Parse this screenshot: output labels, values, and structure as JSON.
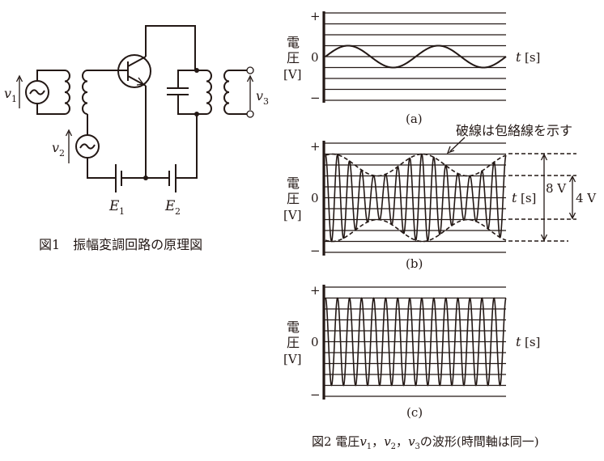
{
  "figure1": {
    "caption": "図1　振幅変調回路の原理図",
    "labels": {
      "v1": "v",
      "v1_sub": "1",
      "v2": "v",
      "v2_sub": "2",
      "v3": "v",
      "v3_sub": "3",
      "E1": "E",
      "E1_sub": "1",
      "E2": "E",
      "E2_sub": "2"
    },
    "components": [
      "ac-source-v1",
      "transformer-input",
      "ac-source-v2",
      "npn-transistor",
      "battery-E1",
      "battery-E2",
      "tank-capacitor",
      "transformer-output",
      "output-terminals-v3"
    ]
  },
  "figure2": {
    "caption_prefix": "図2 電圧",
    "caption_v": "v",
    "sub1": "1",
    "sub2": "2",
    "sub3": "3",
    "sep": "，",
    "caption_suffix": "の波形(時間軸は同一)",
    "panels": [
      {
        "id": "a",
        "tag": "(a)",
        "ylabel_1": "電",
        "ylabel_2": "圧",
        "ylabel_unit": "[V]",
        "plus": "+",
        "zero": "0",
        "minus": "−",
        "xlabel_t": "t",
        "xlabel_unit": "[s]"
      },
      {
        "id": "b",
        "tag": "(b)",
        "ylabel_1": "電",
        "ylabel_2": "圧",
        "ylabel_unit": "[V]",
        "plus": "+",
        "zero": "0",
        "minus": "−",
        "xlabel_t": "t",
        "xlabel_unit": "[s]",
        "annotation": "破線は包絡線を示す",
        "dim_outer": "8 V",
        "dim_inner": "4 V"
      },
      {
        "id": "c",
        "tag": "(c)",
        "ylabel_1": "電",
        "ylabel_2": "圧",
        "ylabel_unit": "[V]",
        "plus": "+",
        "zero": "0",
        "minus": "−",
        "xlabel_t": "t",
        "xlabel_unit": "[s]"
      }
    ]
  },
  "chart_data": [
    {
      "type": "line",
      "title": "(a) v1",
      "xlabel": "t [s]",
      "ylabel": "電圧 [V]",
      "ylim": [
        -5,
        5
      ],
      "grid_lines": 9,
      "series": [
        {
          "name": "v1 (signal)",
          "waveform": "sine",
          "amplitude_grid_units": 1,
          "cycles": 2,
          "phase": "starts at 0 rising"
        }
      ]
    },
    {
      "type": "line",
      "title": "(b) v3 (AM wave)",
      "xlabel": "t [s]",
      "ylabel": "電圧 [V]",
      "ylim": [
        -5,
        5
      ],
      "grid_lines": 11,
      "series": [
        {
          "name": "carrier",
          "waveform": "amplitude-modulated sine",
          "cycles": 15,
          "envelope_max_V": 4,
          "envelope_min_V": 2
        },
        {
          "name": "envelope",
          "style": "dashed",
          "cycles": 2,
          "max_peak_to_peak_V": 8,
          "min_peak_to_peak_V": 4
        }
      ],
      "annotations": [
        "破線は包絡線を示す",
        "8 V",
        "4 V"
      ]
    },
    {
      "type": "line",
      "title": "(c) v2 (carrier)",
      "xlabel": "t [s]",
      "ylabel": "電圧 [V]",
      "ylim": [
        -5,
        5
      ],
      "grid_lines": 11,
      "series": [
        {
          "name": "v2 (carrier)",
          "waveform": "cosine",
          "amplitude_grid_units": 4,
          "cycles": 15
        }
      ]
    }
  ]
}
